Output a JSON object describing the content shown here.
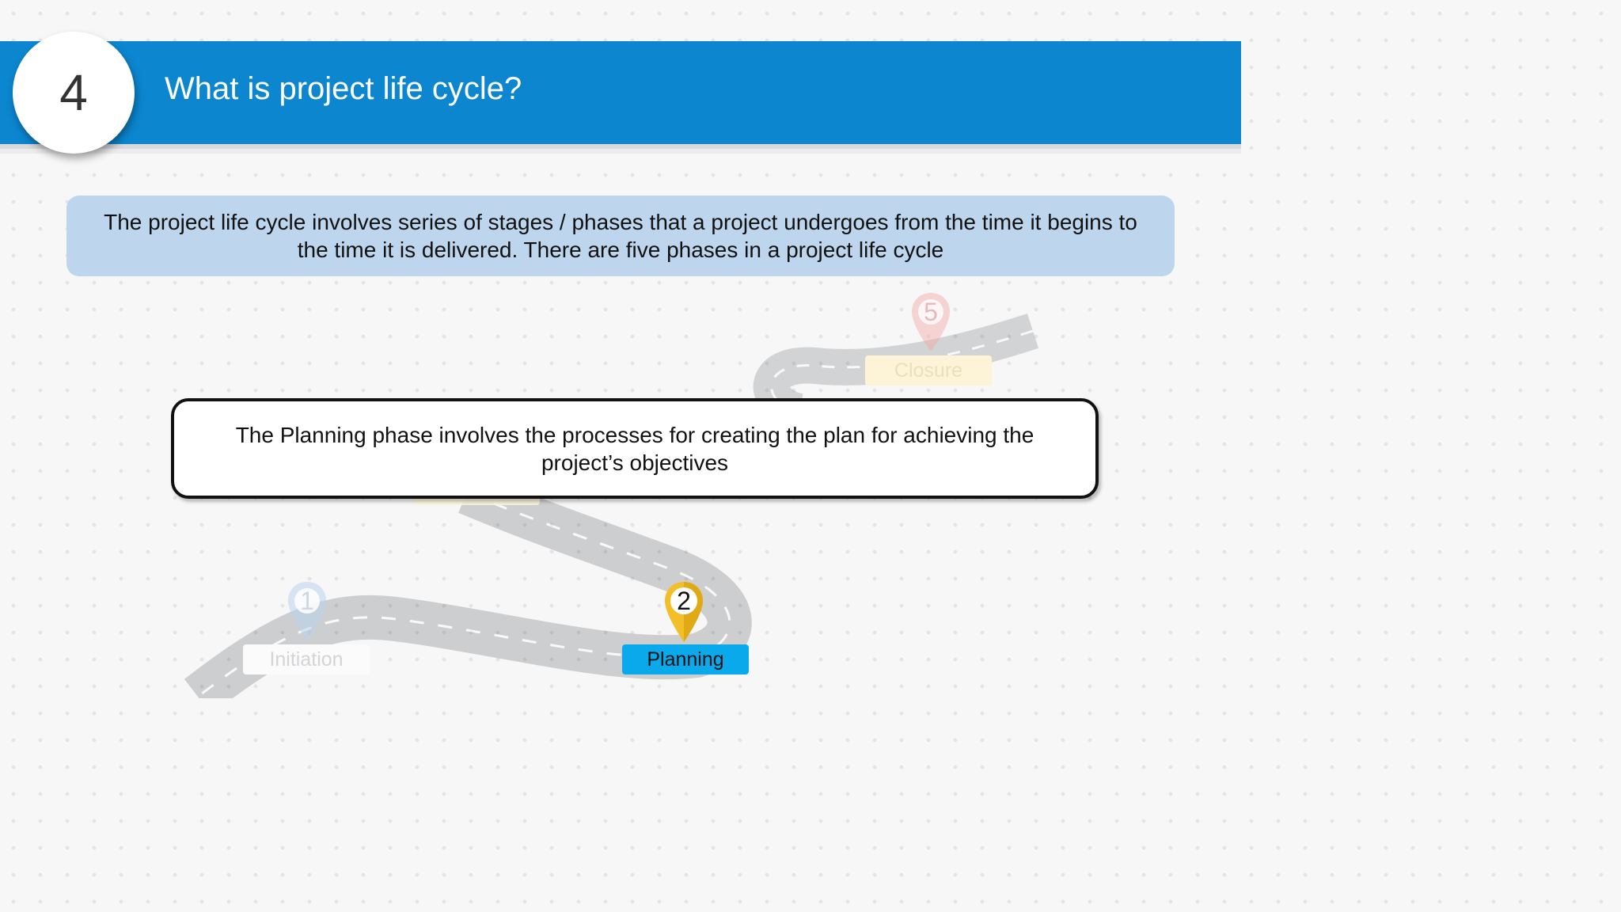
{
  "slide_number": "4",
  "title": "What is project life cycle?",
  "intro_text": "The project life cycle involves series of stages / phases that a project undergoes from the time it begins to the time it is delivered. There are five phases in a project life cycle",
  "callout_text": "The Planning phase involves the processes for creating the plan for achieving the project’s objectives",
  "phases": [
    {
      "number": "1",
      "label": "Initiation",
      "state": "faded"
    },
    {
      "number": "2",
      "label": "Planning",
      "state": "active"
    },
    {
      "number": "5",
      "label": "Closure",
      "state": "faded"
    }
  ],
  "colors": {
    "header": "#0b86cf",
    "intro_box": "#bdd6ee",
    "planning_label": "#0aa9ec",
    "planning_pin": "#f2be2a",
    "initiation_pin": "#b9d4ec",
    "closure_pin": "#f4a7a7"
  }
}
